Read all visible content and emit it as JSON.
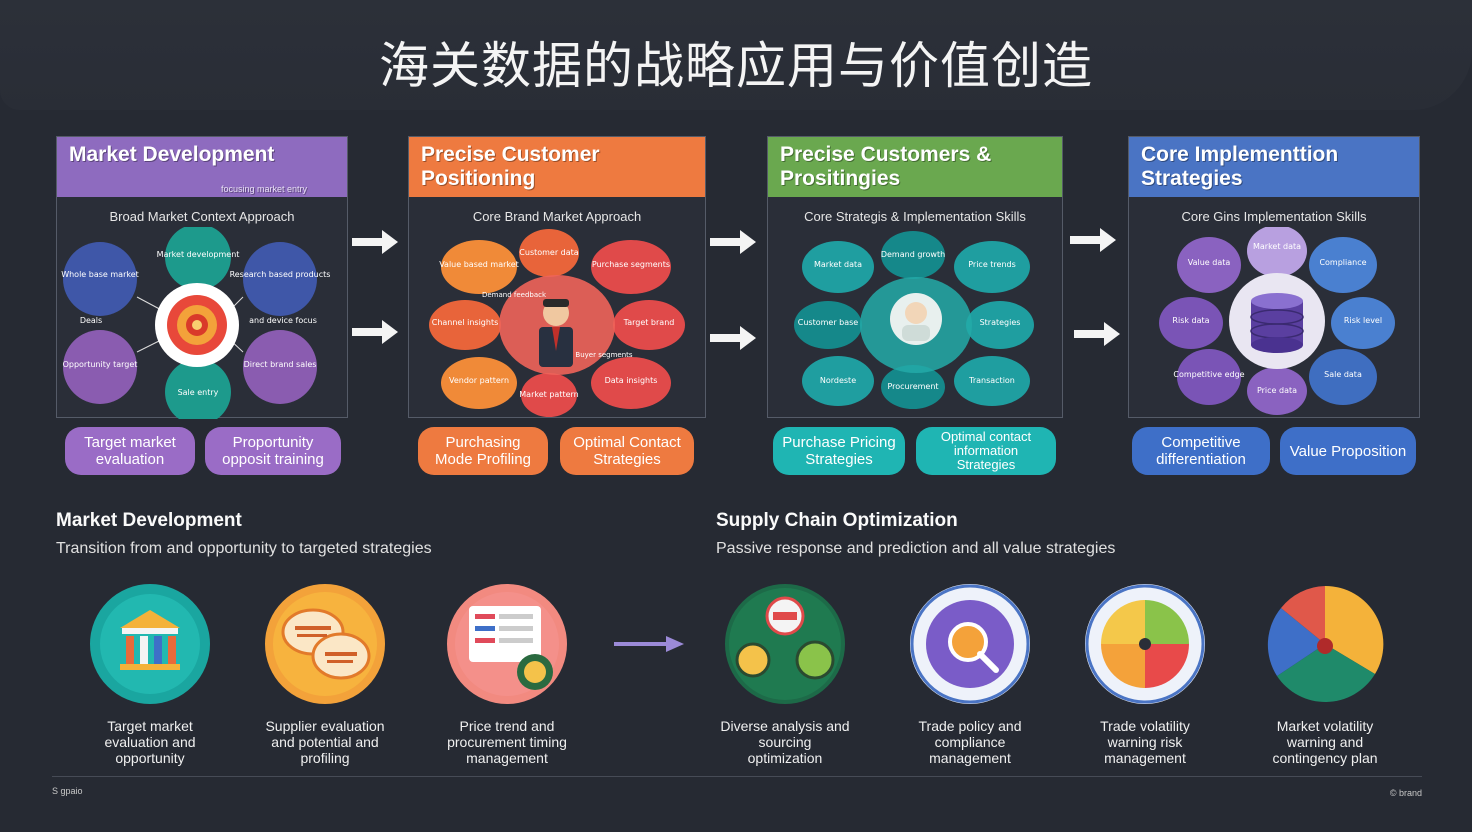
{
  "title": "海关数据的战略应用与价值创造",
  "colors": {
    "purple": "#8e6bbf",
    "orange": "#ee7a40",
    "green": "#6aa84f",
    "blue": "#4a74c4",
    "teal": "#1fb5b3",
    "bg": "#262a33"
  },
  "panels": [
    {
      "header": "Market Development",
      "header_note": "focusing market entry",
      "subtitle": "Broad Market Context Approach",
      "nodes": [
        "Whole base market",
        "Market development",
        "Research based products",
        "Deals",
        "Opportunity target",
        "Sale entry",
        "Direct brand sales",
        "and device focus"
      ]
    },
    {
      "header": "Precise Customer Positioning",
      "subtitle": "Core Brand Market Approach",
      "nodes": [
        "Value based market",
        "Customer data",
        "Purchase segments",
        "Channel insights",
        "Target brand",
        "Vendor pattern",
        "Market pattern",
        "Data insights",
        "Demand feedback",
        "Buyer segments"
      ]
    },
    {
      "header": "Precise Customers & Prositingies",
      "subtitle": "Core Strategis & Implementation Skills",
      "nodes": [
        "Market data",
        "Demand growth",
        "Price trends",
        "Customer base",
        "Strategies",
        "Nordeste",
        "Procurement",
        "Transaction"
      ]
    },
    {
      "header": "Core Implementtion Strategies",
      "subtitle": "Core Gins Implementation Skills",
      "nodes": [
        "Value data",
        "Market data",
        "Compliance",
        "Risk data",
        "Risk level",
        "Competitive edge",
        "Price data",
        "Sale data"
      ]
    }
  ],
  "pills": [
    "Target market evaluation",
    "Proportunity opposit training",
    "Purchasing Mode Profiling",
    "Optimal Contact Strategies",
    "Purchase Pricing Strategies",
    "Optimal contact information Strategies",
    "Competitive differentiation",
    "Value Proposition"
  ],
  "sections": {
    "left": {
      "title": "Market Development",
      "subtitle": "Transition from and opportunity to targeted strategies",
      "items": [
        "Target market evaluation and opportunity",
        "Supplier evaluation and potential and profiling",
        "Price trend and procurement timing management"
      ]
    },
    "right": {
      "title": "Supply Chain Optimization",
      "subtitle": "Passive response and prediction and all value strategies",
      "items": [
        "Diverse analysis and sourcing optimization",
        "Trade policy and compliance management",
        "Trade volatility warning risk management",
        "Market volatility warning and contingency plan"
      ]
    }
  },
  "footer": {
    "left": "S gpaio",
    "right": "© brand"
  }
}
